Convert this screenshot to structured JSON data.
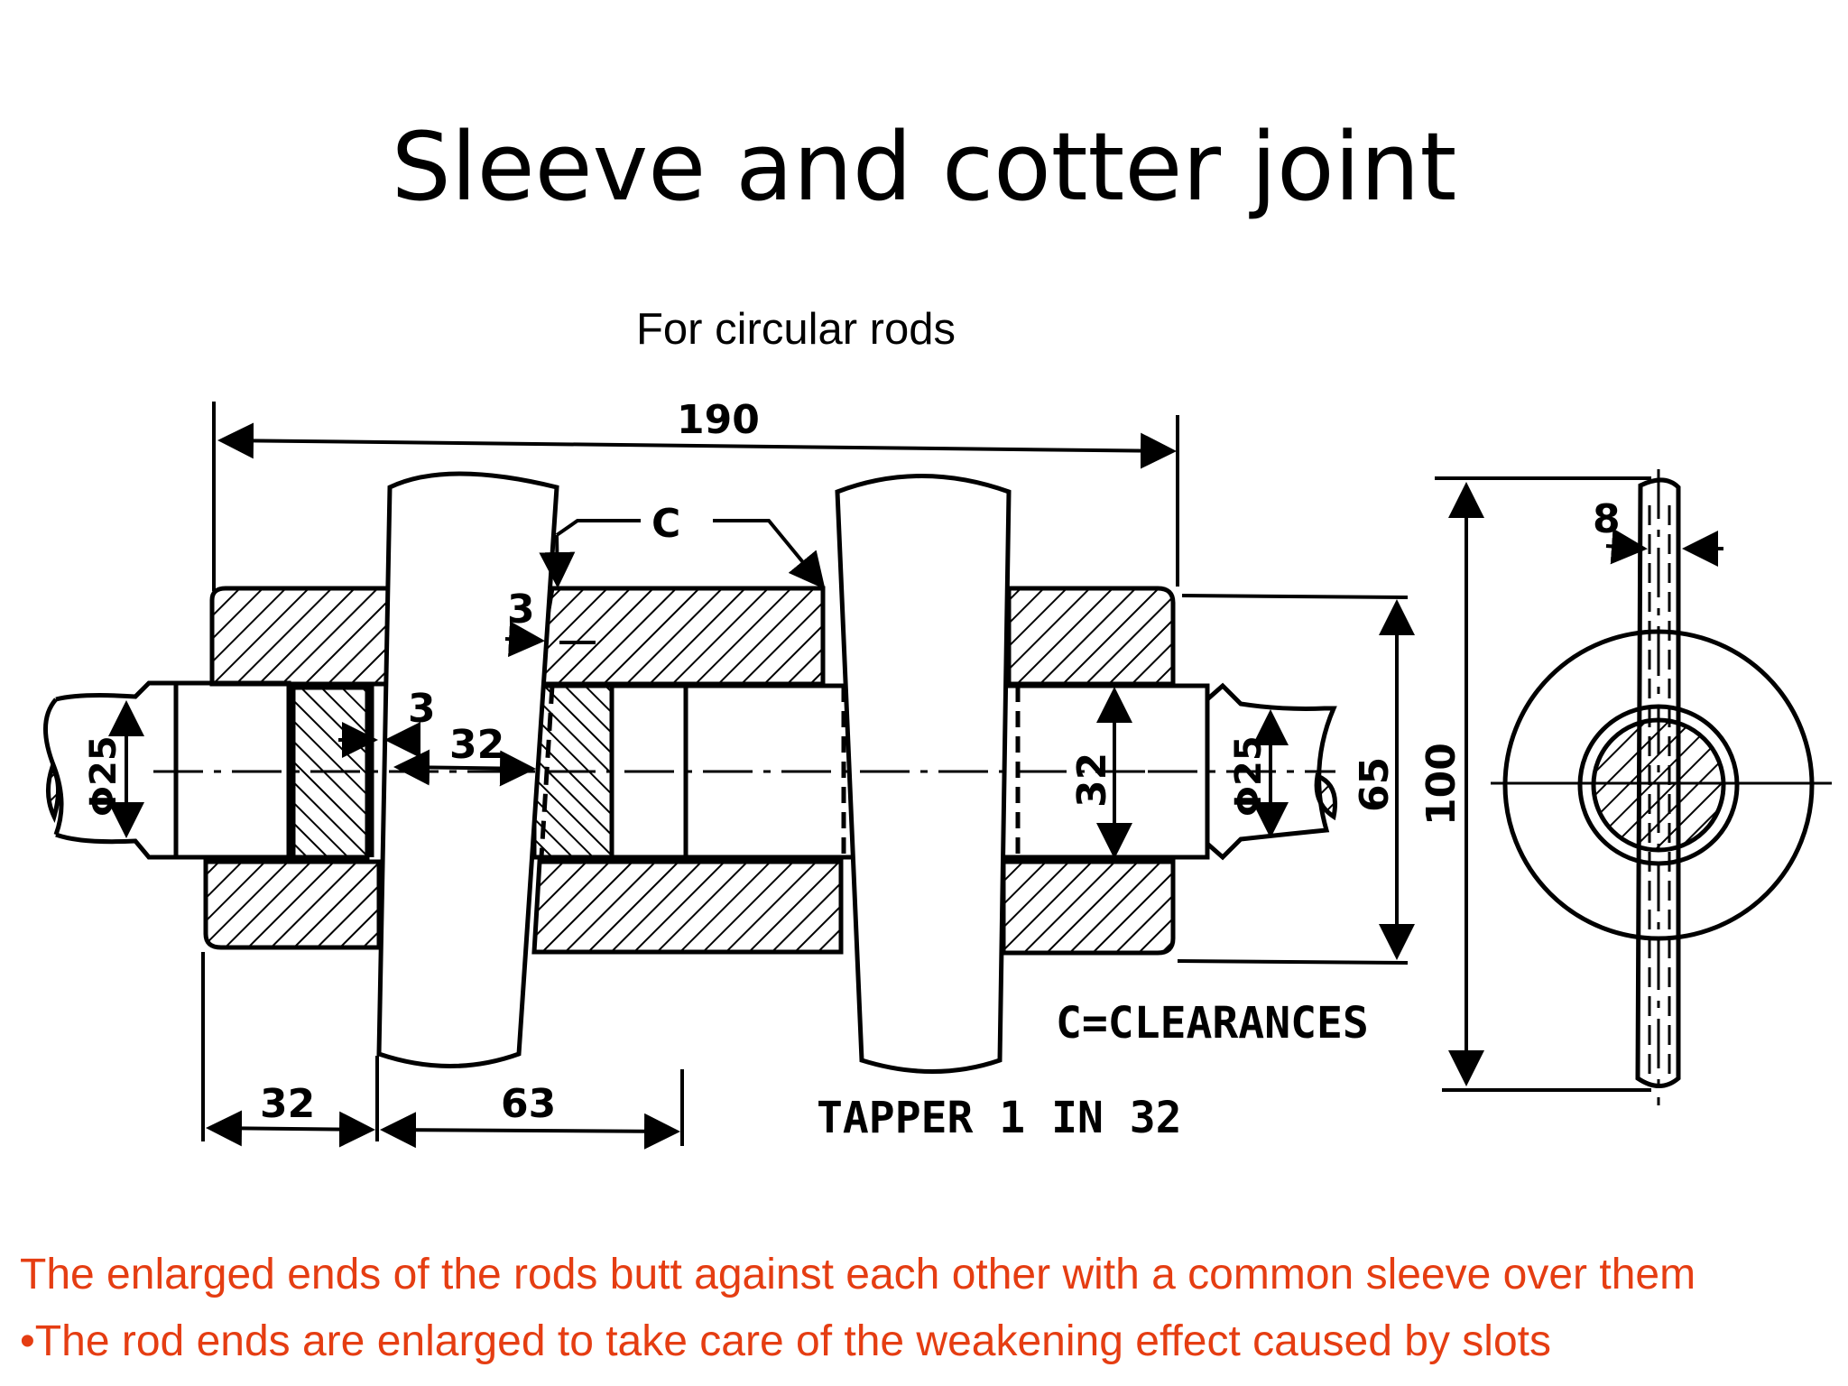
{
  "slide": {
    "title": "Sleeve and cotter joint",
    "subtitle": "For circular rods"
  },
  "drawing": {
    "dimensions": {
      "overall_length": "190",
      "clearance_marker": "C",
      "clearance_top": "3",
      "clearance_inner": "3",
      "sleeve_gap": "32",
      "rod_end_dia_left": "Φ25",
      "rod_dia_mid": "32",
      "rod_end_dia_right": "Φ25",
      "sleeve_outer_dia": "65",
      "cotter_length": "100",
      "cotter_thickness": "8",
      "end_length": "32",
      "cotter_spacing": "63"
    },
    "labels": {
      "clearances": "C=CLEARANCES",
      "taper": "TAPPER 1 IN 32"
    },
    "colors": {
      "line": "#000000",
      "hatch": "#000000"
    }
  },
  "notes": [
    "The enlarged ends of the rods butt against each other with a common sleeve over them",
    "•The rod ends are enlarged to take care of the weakening effect caused by slots"
  ]
}
